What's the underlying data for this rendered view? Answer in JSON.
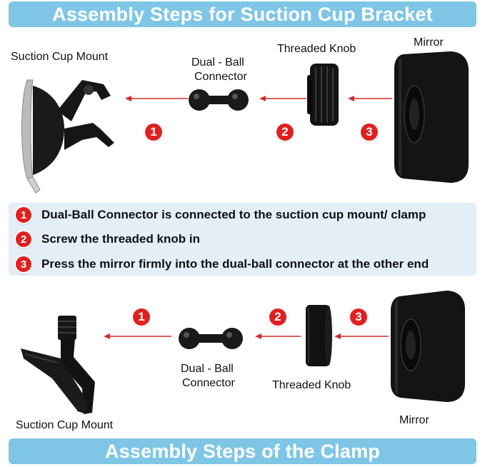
{
  "top_banner": {
    "title": "Assembly Steps for Suction Cup Bracket"
  },
  "bottom_banner": {
    "title": "Assembly Steps of the Clamp"
  },
  "top_section": {
    "labels": {
      "suction_cup_mount": "Suction Cup Mount",
      "dual_ball_line1": "Dual - Ball",
      "dual_ball_line2": "Connector",
      "threaded_knob": "Threaded Knob",
      "mirror": "Mirror"
    },
    "badges": [
      "1",
      "2",
      "3"
    ]
  },
  "instructions": [
    {
      "number": "1",
      "text": "Dual-Ball Connector is connected to the suction cup mount/ clamp"
    },
    {
      "number": "2",
      "text": "Screw the threaded knob in"
    },
    {
      "number": "3",
      "text": "Press the mirror firmly into the dual-ball connector at the other end"
    }
  ],
  "bottom_section": {
    "labels": {
      "suction_cup_mount": "Suction Cup Mount",
      "dual_ball_line1": "Dual - Ball",
      "dual_ball_line2": "Connector",
      "threaded_knob": "Threaded Knob",
      "mirror": "Mirror"
    },
    "badges": [
      "1",
      "2",
      "3"
    ]
  },
  "colors": {
    "banner": "#7fc6e6",
    "badge": "#e02020",
    "arrow": "#d42a2a",
    "instruction_box": "#e3eef6",
    "part": "#151515"
  }
}
